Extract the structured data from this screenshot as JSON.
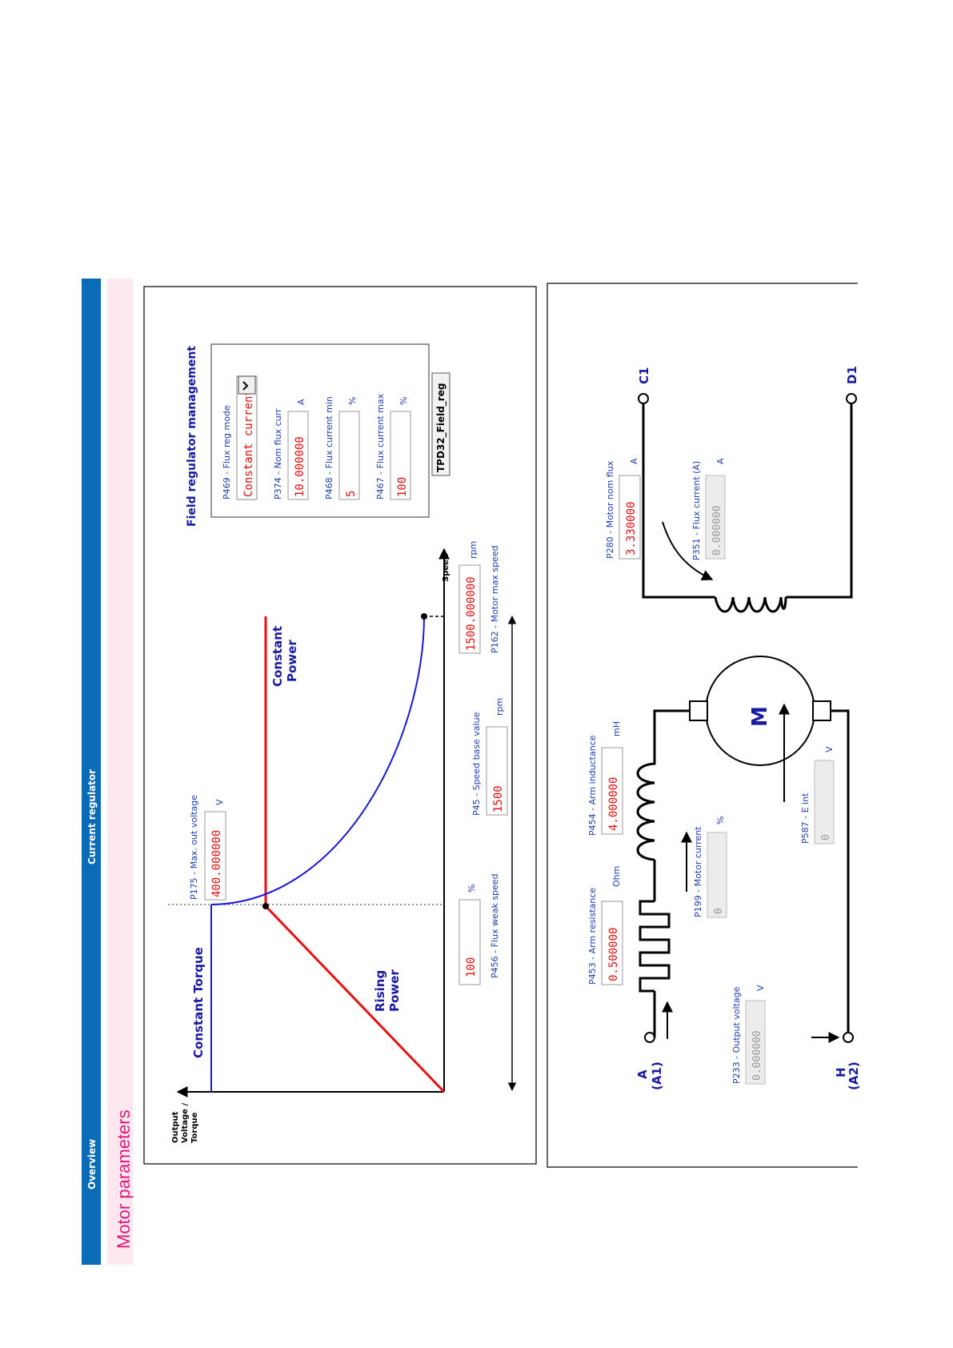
{
  "nav": {
    "overview": "Overview",
    "current_regulator": "Current regulator",
    "page_title": "Motor parameters"
  },
  "field_regulator": {
    "heading": "Field regulator management",
    "flux_reg_mode": {
      "label": "P469 - Flux reg mode",
      "value": "Constant current"
    },
    "nom_flux_curr": {
      "label": "P374 - Nom flux curr",
      "value": "10.000000",
      "unit": "A"
    },
    "flux_current_min": {
      "label": "P468 - Flux current min",
      "value": "5",
      "unit": "%"
    },
    "flux_current_max": {
      "label": "P467 - Flux current max",
      "value": "100",
      "unit": "%"
    },
    "button": "TPD32_Field_reg"
  },
  "chart": {
    "y_axis_label_1": "Output",
    "y_axis_label_2": "Voltage /",
    "y_axis_label_3": "Torque",
    "x_axis_label": "Speed",
    "constant_torque": "Constant Torque",
    "rising_power_1": "Rising",
    "rising_power_2": "Power",
    "constant_power_1": "Constant",
    "constant_power_2": "Power",
    "max_out_voltage": {
      "label": "P175 - Max. out voltage",
      "value": "400.000000",
      "unit": "V"
    },
    "flux_weak_speed": {
      "label": "P456 - Flux weak speed",
      "value": "100",
      "unit": "%"
    },
    "speed_base_value": {
      "label": "P45 - Speed base value",
      "value": "1500",
      "unit": "rpm"
    },
    "motor_max_speed": {
      "label": "P162 - Motor max speed",
      "value": "1500.000000",
      "unit": "rpm"
    }
  },
  "circuit": {
    "terminal_a_1": "A",
    "terminal_a_2": "(A1)",
    "terminal_h_1": "H",
    "terminal_h_2": "(A2)",
    "terminal_c1": "C1",
    "terminal_d1": "D1",
    "motor_label": "M",
    "arm_resistance": {
      "label": "P453 - Arm resistance",
      "value": "0.500000",
      "unit": "Ohm"
    },
    "arm_inductance": {
      "label": "P454 - Arm inductance",
      "value": "4.000000",
      "unit": "mH"
    },
    "motor_current": {
      "label": "P199 - Motor current",
      "value": "0",
      "unit": "%"
    },
    "e_int": {
      "label": "P587 - E int",
      "value": "0",
      "unit": "V"
    },
    "output_voltage": {
      "label": "P233 - Output voltage",
      "value": "0.000000",
      "unit": "V"
    },
    "motor_nom_flux": {
      "label": "P280 - Motor nom flux",
      "value": "3.330000",
      "unit": "A"
    },
    "flux_current": {
      "label": "P351 - Flux current (A)",
      "value": "0.000000",
      "unit": "A"
    }
  },
  "colors": {
    "nav_bar": "#0a6cb7",
    "title_band": "#fde8f0",
    "curve_blue": "#1a1ad6",
    "curve_red": "#e81010"
  }
}
